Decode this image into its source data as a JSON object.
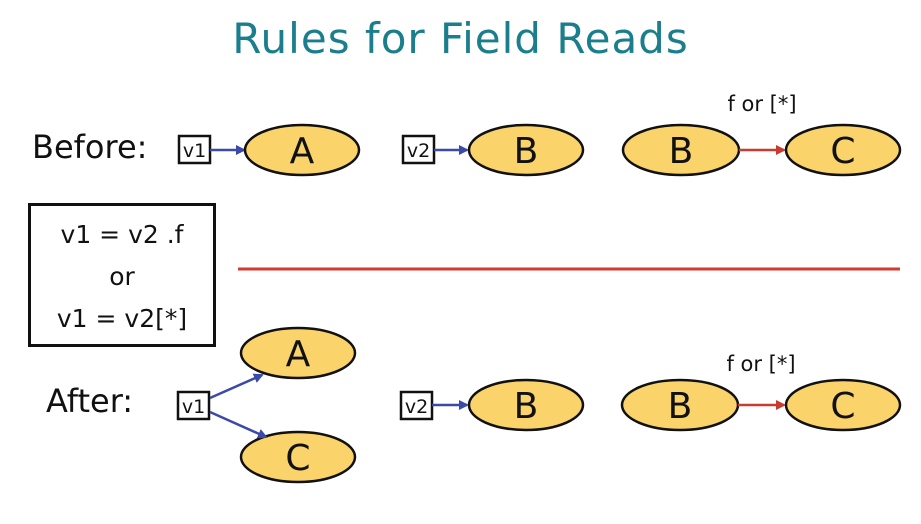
{
  "title": "Rules for Field Reads",
  "before": {
    "label": "Before:",
    "var1": "v1",
    "node_a": "A",
    "var2": "v2",
    "node_b1": "B",
    "node_b2": "B",
    "node_c": "C",
    "edge_label": "f or [*]"
  },
  "rule": {
    "line1": "v1 = v2 .f",
    "line2": "or",
    "line3": "v1 = v2[*]"
  },
  "after": {
    "label": "After:",
    "var1": "v1",
    "node_a": "A",
    "node_c_target": "C",
    "var2": "v2",
    "node_b1": "B",
    "node_b2": "B",
    "node_c": "C",
    "edge_label": "f or [*]"
  },
  "colors": {
    "title": "#1a7e8c",
    "node_fill": "#fbd36b",
    "points_to_edge": "#3b4aa8",
    "field_edge": "#c93a30",
    "divider": "#d23b33"
  }
}
